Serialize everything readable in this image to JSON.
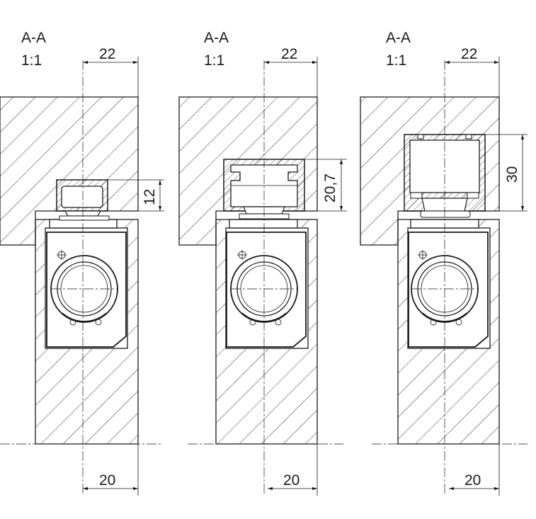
{
  "views": [
    {
      "section_label": "A-A",
      "scale_label": "1:1",
      "top_dim": "22",
      "bottom_dim": "20",
      "side_dim": "12"
    },
    {
      "section_label": "A-A",
      "scale_label": "1:1",
      "top_dim": "22",
      "bottom_dim": "20",
      "side_dim": "20,7"
    },
    {
      "section_label": "A-A",
      "scale_label": "1:1",
      "top_dim": "22",
      "bottom_dim": "20",
      "side_dim": "30"
    }
  ]
}
